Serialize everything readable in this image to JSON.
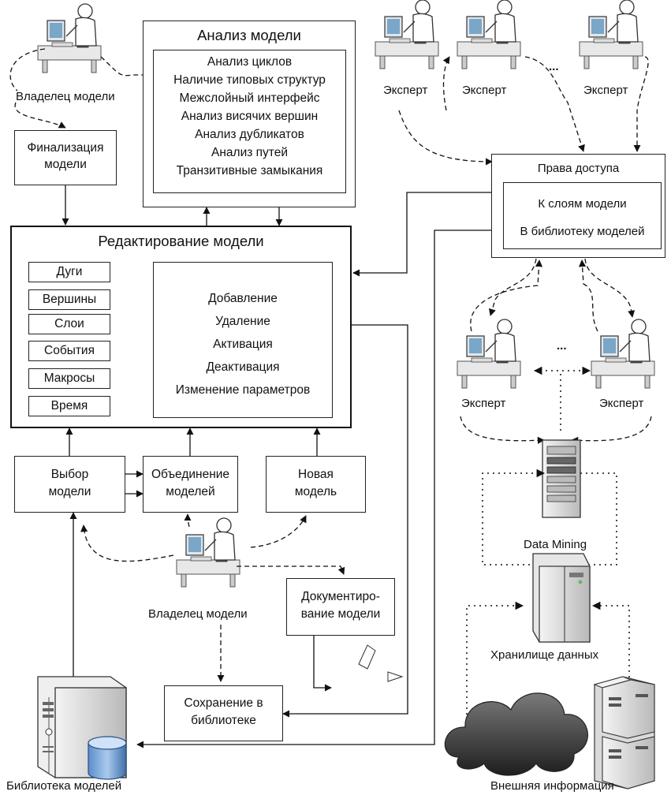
{
  "owner_top": {
    "label": "Владелец модели"
  },
  "finalize": {
    "label_line1": "Финализация",
    "label_line2": "модели"
  },
  "analysis": {
    "title": "Анализ модели",
    "items": [
      "Анализ циклов",
      "Наличие типовых структур",
      "Межслойный интерфейс",
      "Анализ висячих вершин",
      "Анализ дубликатов",
      "Анализ путей",
      "Транзитивные замыкания"
    ]
  },
  "experts_top": {
    "labels": [
      "Эксперт",
      "Эксперт",
      "Эксперт"
    ],
    "ellipsis": "..."
  },
  "access": {
    "title": "Права доступа",
    "item1": "К слоям модели",
    "item2": "В библиотеку моделей"
  },
  "editing": {
    "title": "Редактирование модели",
    "objects": [
      "Дуги",
      "Вершины",
      "Слои",
      "События",
      "Макросы",
      "Время"
    ],
    "operations": [
      "Добавление",
      "Удаление",
      "Активация",
      "Деактивация",
      "Изменение параметров"
    ]
  },
  "experts_mid": {
    "labels": [
      "Эксперт",
      "Эксперт"
    ],
    "ellipsis": "..."
  },
  "select_model": {
    "label_line1": "Выбор",
    "label_line2": "модели"
  },
  "merge_models": {
    "label_line1": "Объединение",
    "label_line2": "моделей"
  },
  "new_model": {
    "label_line1": "Новая",
    "label_line2": "модель"
  },
  "data_mining": {
    "label": "Data Mining"
  },
  "owner_bottom": {
    "label": "Владелец модели"
  },
  "documenting": {
    "label_line1": "Документиро-",
    "label_line2": "вание модели"
  },
  "warehouse": {
    "label": "Хранилище данных"
  },
  "save_library": {
    "label_line1": "Сохранение в",
    "label_line2": "библиотеке"
  },
  "library": {
    "label": "Библиотека моделей"
  },
  "external": {
    "label": "Внешняя информация"
  }
}
